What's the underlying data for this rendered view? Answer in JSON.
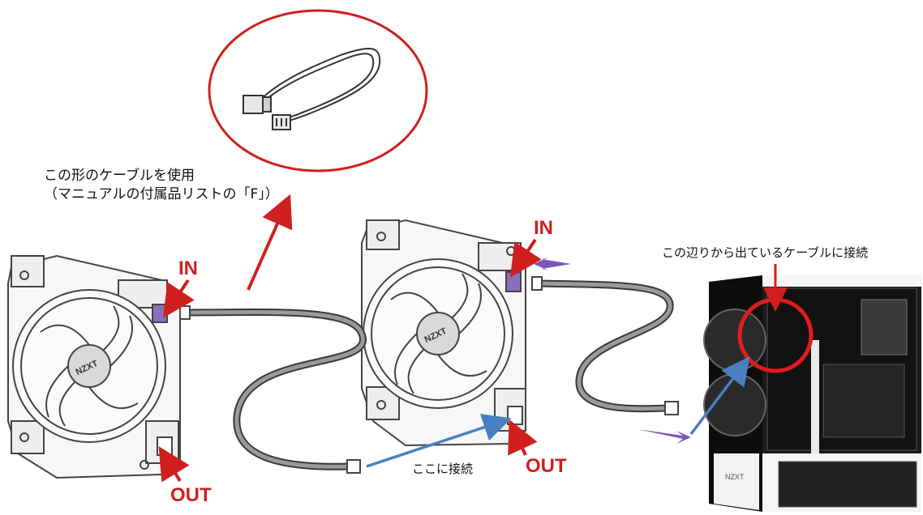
{
  "labels": {
    "fan1_in": "IN",
    "fan1_out": "OUT",
    "fan2_in": "IN",
    "fan2_out": "OUT"
  },
  "notes": {
    "cable_line1": "この形のケーブルを使用",
    "cable_line2": "（マニュアルの付属品リストの「F」）",
    "connect_here": "ここに接続",
    "case_connect": "この辺りから出ているケーブルに接続"
  },
  "fan_logo": "NZXT",
  "case_logo": "NZXT",
  "colors": {
    "red": "#d11f1f",
    "blue": "#4a7fc0",
    "purple": "#7a55b5",
    "cable": "#3a3a3a",
    "line": "#444444"
  }
}
